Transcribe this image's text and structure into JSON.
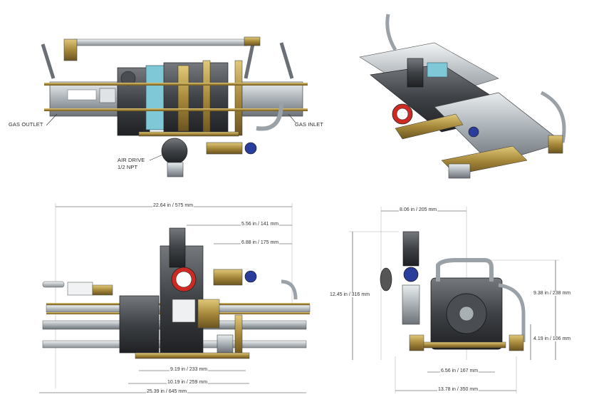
{
  "views": {
    "top_left": {
      "labels": {
        "gas_outlet": "GAS OUTLET",
        "gas_inlet": "GAS INLET",
        "air_drive_1": "AIR DRIVE",
        "air_drive_2": "1/2 NPT"
      }
    },
    "front": {
      "dims": {
        "overall_width": "22.64 in / 575 mm",
        "top_offset_1": "5.56 in / 141 mm",
        "top_offset_2": "6.88 in / 175 mm",
        "bottom_1": "9.19 in / 233 mm",
        "bottom_2": "10.19 in / 259 mm",
        "bottom_3": "25.39 in / 645 mm"
      }
    },
    "side": {
      "dims": {
        "top_width": "8.06 in / 205 mm",
        "height_left": "12.45 in / 316 mm",
        "height_right": "9.38 in / 238 mm",
        "height_small": "4.19 in / 106 mm",
        "bottom_inner": "6.56 in / 167 mm",
        "bottom_outer": "13.78 in / 350 mm"
      }
    }
  },
  "colors": {
    "steel": "#9aa2a8",
    "dark": "#3c3f43",
    "brass": "#a7893b",
    "blue": "#2b3d9a",
    "red": "#cc2a22",
    "cyan": "#7fc8d8"
  }
}
